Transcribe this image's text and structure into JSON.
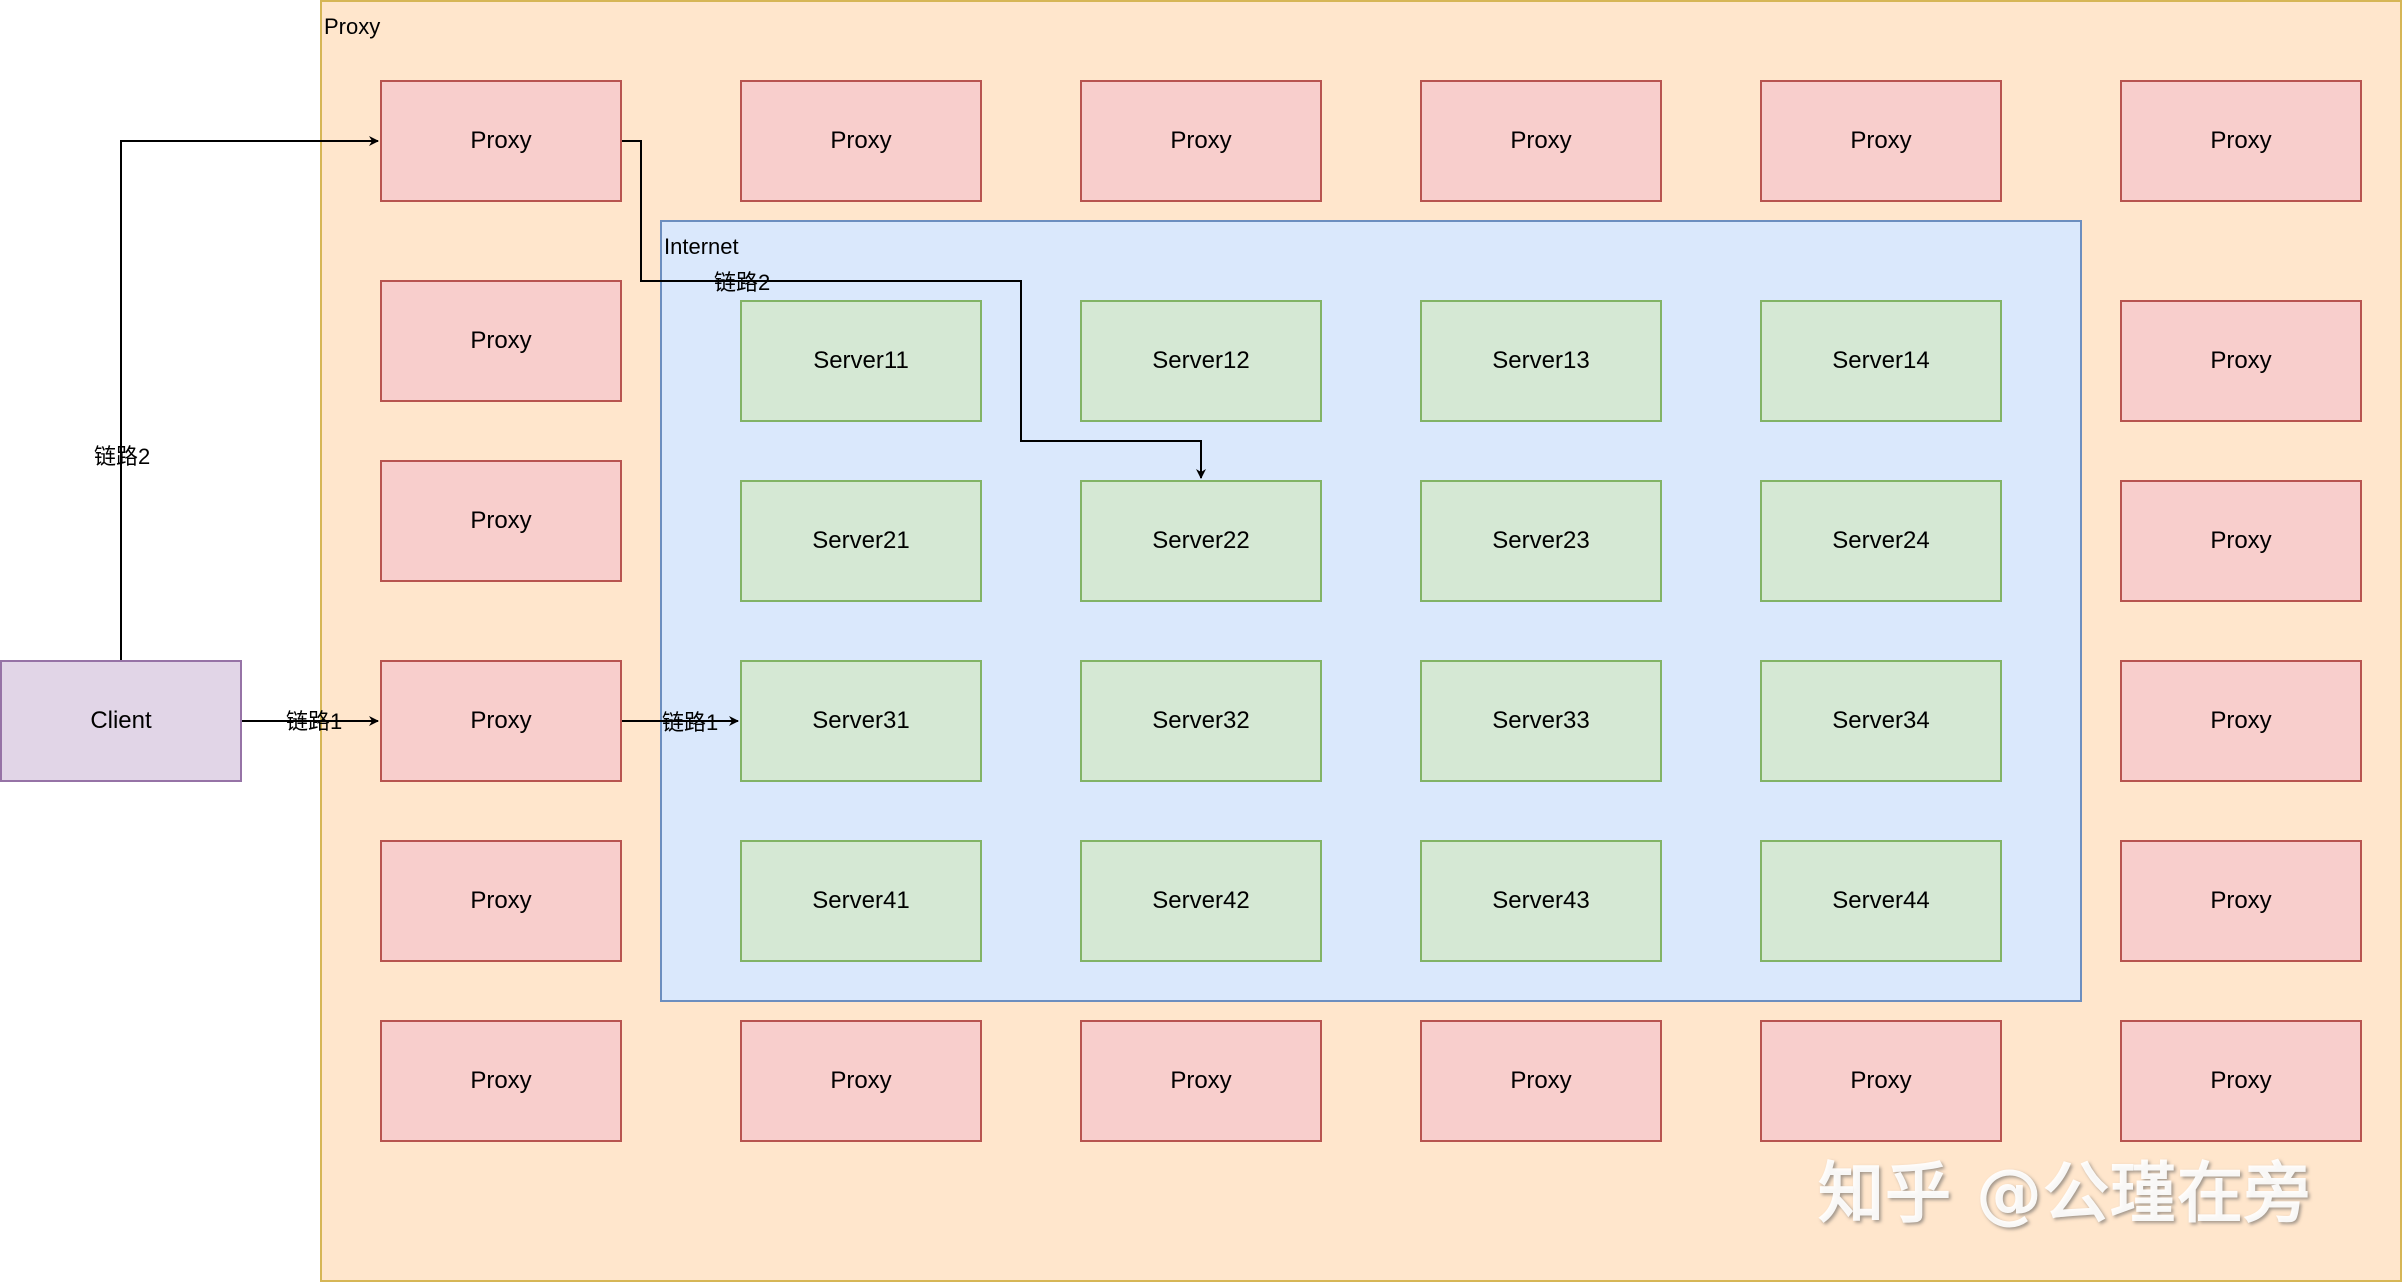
{
  "proxy_area": {
    "label": "Proxy"
  },
  "internet_area": {
    "label": "Internet"
  },
  "proxy_label": "Proxy",
  "client": {
    "label": "Client"
  },
  "servers": [
    "Server11",
    "Server12",
    "Server13",
    "Server14",
    "Server21",
    "Server22",
    "Server23",
    "Server24",
    "Server31",
    "Server32",
    "Server33",
    "Server34",
    "Server41",
    "Server42",
    "Server43",
    "Server44"
  ],
  "edges": {
    "link1_client": "链路1",
    "link1_proxy": "链路1",
    "link2_client": "链路2",
    "link2_proxy": "链路2"
  },
  "watermark": "知乎 @公瑾在旁",
  "colors": {
    "proxy_area_fill": "#ffe6cc",
    "proxy_area_stroke": "#d6b656",
    "internet_fill": "#dae8fc",
    "internet_stroke": "#6c8ebf",
    "proxy_fill": "#f8cecc",
    "proxy_stroke": "#b85450",
    "server_fill": "#d5e8d4",
    "server_stroke": "#82b366",
    "client_fill": "#e1d5e7",
    "client_stroke": "#9673a6"
  }
}
